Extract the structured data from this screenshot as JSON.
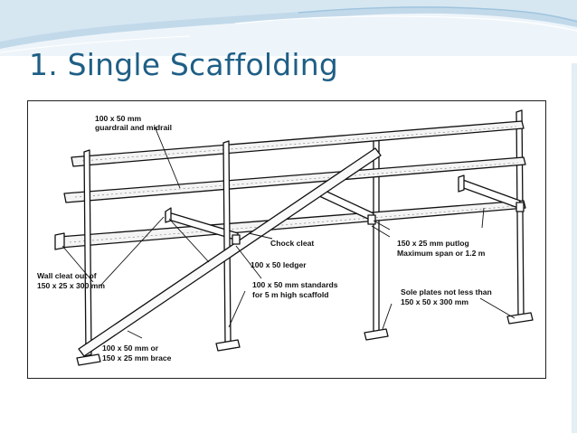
{
  "slide": {
    "title": "1. Single Scaffolding"
  },
  "diagram": {
    "labels": {
      "guardrail_line1": "100 x 50 mm",
      "guardrail_line2": "guardrail and midrail",
      "chock_cleat": "Chock cleat",
      "ledger": "100 x 50 ledger",
      "putlog_line1": "150 x 25 mm putlog",
      "putlog_line2": "Maximum span or 1.2 m",
      "wall_cleat_line1": "Wall cleat out of",
      "wall_cleat_line2": "150 x 25 x 300 mm",
      "standards_line1": "100 x 50 mm standards",
      "standards_line2": "for 5 m high scaffold",
      "sole_line1": "Sole plates not less than",
      "sole_line2": "150 x 50 x 300 mm",
      "brace_line1": "100 x 50 mm or",
      "brace_line2": "150 x 25 mm brace"
    }
  },
  "colors": {
    "title": "#1f5f86",
    "deco_light": "#d6e7f2",
    "deco_mid": "#9fc4dd"
  }
}
